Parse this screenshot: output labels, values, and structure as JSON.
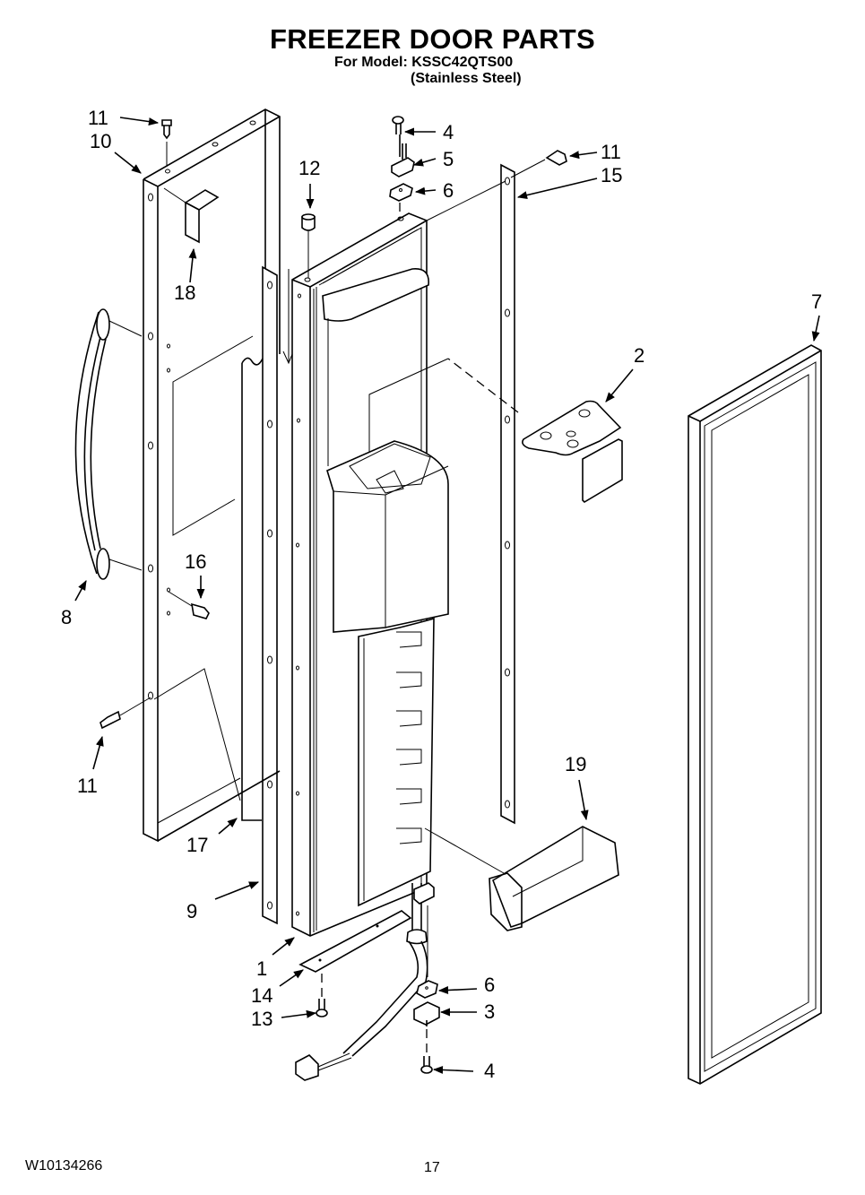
{
  "header": {
    "title": "FREEZER DOOR PARTS",
    "model_line": "For Model: KSSC42QTS00",
    "finish_line": "(Stainless Steel)"
  },
  "footer": {
    "document_number": "W10134266",
    "page_number": "17"
  },
  "callouts": [
    {
      "id": "c11a",
      "label": "11",
      "part": "screw-top-left"
    },
    {
      "id": "c10",
      "label": "10",
      "part": "door-panel-frame"
    },
    {
      "id": "c18",
      "label": "18",
      "part": "bracket"
    },
    {
      "id": "c12",
      "label": "12",
      "part": "bushing"
    },
    {
      "id": "c4a",
      "label": "4",
      "part": "hinge-screw-top"
    },
    {
      "id": "c5",
      "label": "5",
      "part": "hinge-top"
    },
    {
      "id": "c6a",
      "label": "6",
      "part": "shim-top"
    },
    {
      "id": "c11b",
      "label": "11",
      "part": "screw-top-right"
    },
    {
      "id": "c15",
      "label": "15",
      "part": "trim-strip-right"
    },
    {
      "id": "c7",
      "label": "7",
      "part": "door-gasket"
    },
    {
      "id": "c2",
      "label": "2",
      "part": "hinge-cover"
    },
    {
      "id": "c8",
      "label": "8",
      "part": "door-handle"
    },
    {
      "id": "c16",
      "label": "16",
      "part": "handle-screw"
    },
    {
      "id": "c11c",
      "label": "11",
      "part": "screw-side-left"
    },
    {
      "id": "c17",
      "label": "17",
      "part": "panel-insert"
    },
    {
      "id": "c9",
      "label": "9",
      "part": "trim-strip-left"
    },
    {
      "id": "c19",
      "label": "19",
      "part": "door-shelf-bin"
    },
    {
      "id": "c1",
      "label": "1",
      "part": "door-liner-assembly"
    },
    {
      "id": "c14",
      "label": "14",
      "part": "bottom-trim"
    },
    {
      "id": "c13",
      "label": "13",
      "part": "trim-screw"
    },
    {
      "id": "c6b",
      "label": "6",
      "part": "shim-bottom"
    },
    {
      "id": "c3",
      "label": "3",
      "part": "hinge-bottom"
    },
    {
      "id": "c4b",
      "label": "4",
      "part": "hinge-screw-bottom"
    }
  ]
}
